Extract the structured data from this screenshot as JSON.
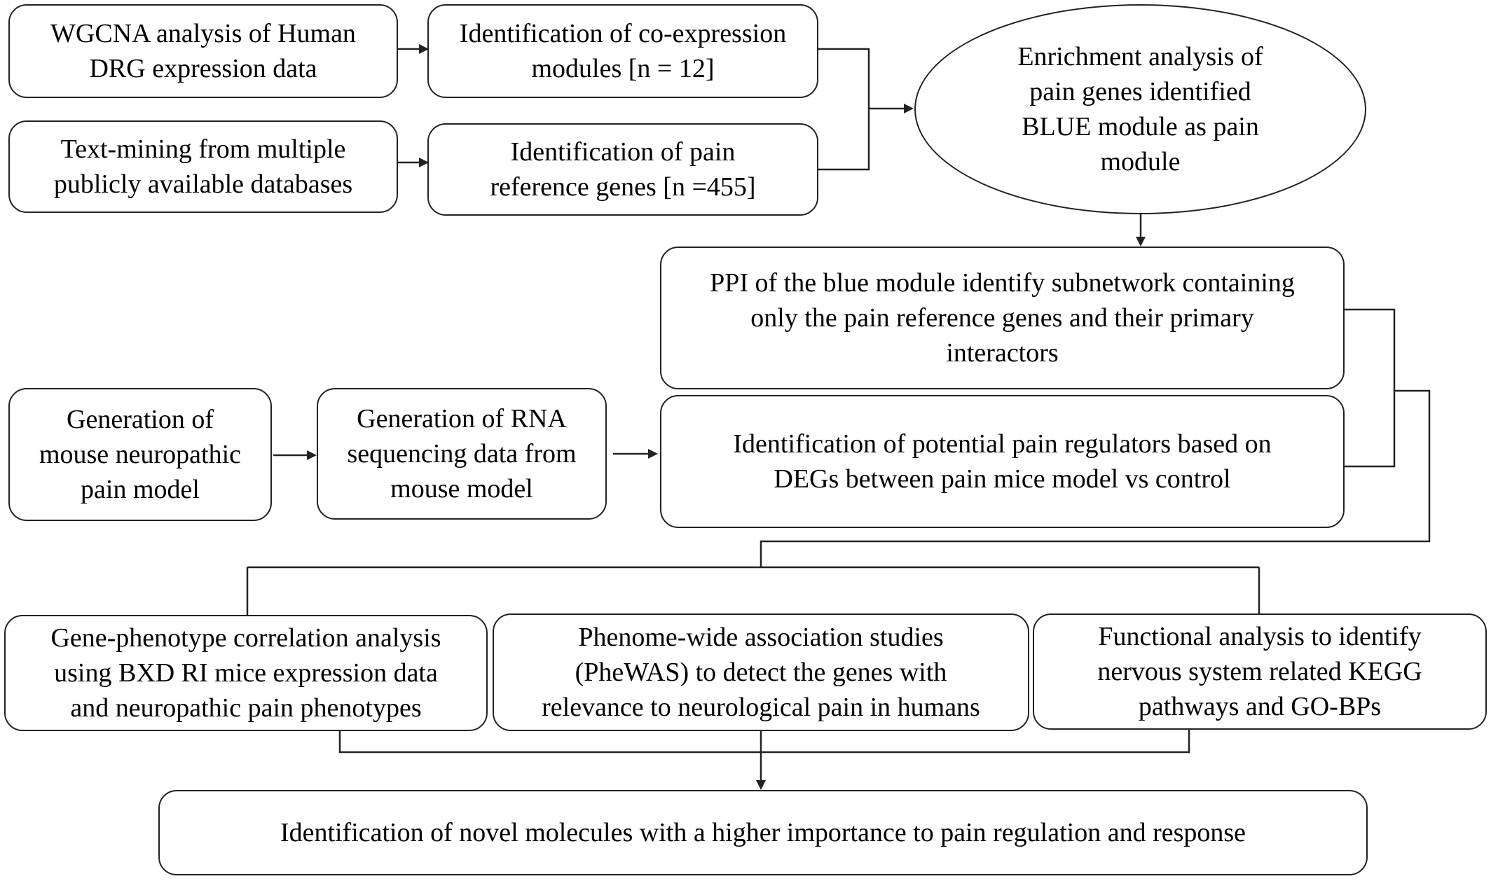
{
  "nodes": {
    "wgcna": {
      "label": "WGCNA analysis of Human\nDRG expression data"
    },
    "coexpression": {
      "label": "Identification of co-expression\nmodules [n = 12]"
    },
    "textmining": {
      "label": "Text-mining from multiple\npublicly available databases"
    },
    "painref": {
      "label": "Identification of pain\nreference genes [n =455]"
    },
    "enrichment": {
      "label": "Enrichment analysis of\npain genes identified\nBLUE module as pain\nmodule"
    },
    "ppi": {
      "label": "PPI of the blue module identify subnetwork containing\nonly the pain reference genes and their primary\ninteractors"
    },
    "mousemodel": {
      "label": "Generation of\nmouse neuropathic\npain model"
    },
    "rnaseq": {
      "label": "Generation of RNA\nsequencing data from\nmouse model"
    },
    "regulators": {
      "label": "Identification of potential pain regulators based on\nDEGs between pain mice model vs control"
    },
    "genephenotype": {
      "label": "Gene-phenotype correlation analysis\nusing BXD RI mice expression data\nand neuropathic pain phenotypes"
    },
    "phewas": {
      "label": "Phenome-wide association studies\n(PheWAS) to detect the genes with\nrelevance to neurological pain in humans"
    },
    "functional": {
      "label": "Functional analysis to identify\nnervous system related KEGG\npathways and GO-BPs"
    },
    "novel": {
      "label": "Identification of novel molecules with a higher importance to pain regulation and response"
    }
  },
  "colors": {
    "stroke": "#222222",
    "fill": "#ffffff",
    "text": "#000000"
  }
}
